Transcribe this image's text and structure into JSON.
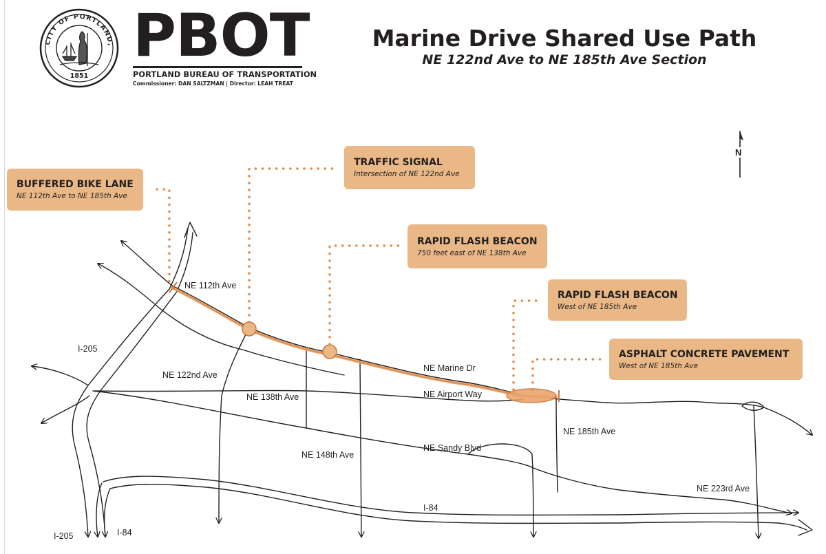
{
  "header": {
    "seal_text": "CITY OF PORTLAND, OREGON",
    "seal_year": "1851",
    "agency_short": "PBOT",
    "agency_full": "PORTLAND BUREAU OF TRANSPORTATION",
    "credits": "Commissioner: DAN SALTZMAN | Director: LEAH TREAT",
    "title": "Marine Drive Shared Use Path",
    "subtitle": "NE 122nd Ave to NE 185th Ave Section"
  },
  "north_arrow": {
    "letter": "N"
  },
  "callouts": [
    {
      "id": "buffered-bike-lane",
      "title": "BUFFERED BIKE LANE",
      "note": "NE 112th Ave to NE 185th Ave"
    },
    {
      "id": "traffic-signal",
      "title": "TRAFFIC SIGNAL",
      "note": "Intersection of NE 122nd Ave"
    },
    {
      "id": "rapid-flash-beacon-138th",
      "title": "RAPID FLASH BEACON",
      "note": "750 feet east of NE 138th Ave"
    },
    {
      "id": "rapid-flash-beacon-185th",
      "title": "RAPID FLASH BEACON",
      "note": "West of NE 185th Ave"
    },
    {
      "id": "asphalt-concrete-pavement",
      "title": "ASPHALT CONCRETE PAVEMENT",
      "note": "West of NE 185th Ave"
    }
  ],
  "streets": {
    "ne_112th": "NE 112th Ave",
    "i205_upper": "I-205",
    "ne_122nd": "NE 122nd Ave",
    "ne_138th": "NE 138th Ave",
    "ne_marine_dr": "NE Marine Dr",
    "ne_airport_way": "NE Airport Way",
    "ne_148th": "NE 148th Ave",
    "ne_sandy": "NE Sandy Blvd",
    "ne_185th": "NE 185th Ave",
    "ne_223rd": "NE 223rd Ave",
    "i84_mid": "I-84",
    "i205_lower": "I-205",
    "i84_lower": "I-84"
  },
  "colors": {
    "route": "#e9a56c",
    "route_edge": "#c9763e",
    "callout_bg": "#e9b886",
    "leader": "#e08a45",
    "road": "#231f20"
  }
}
